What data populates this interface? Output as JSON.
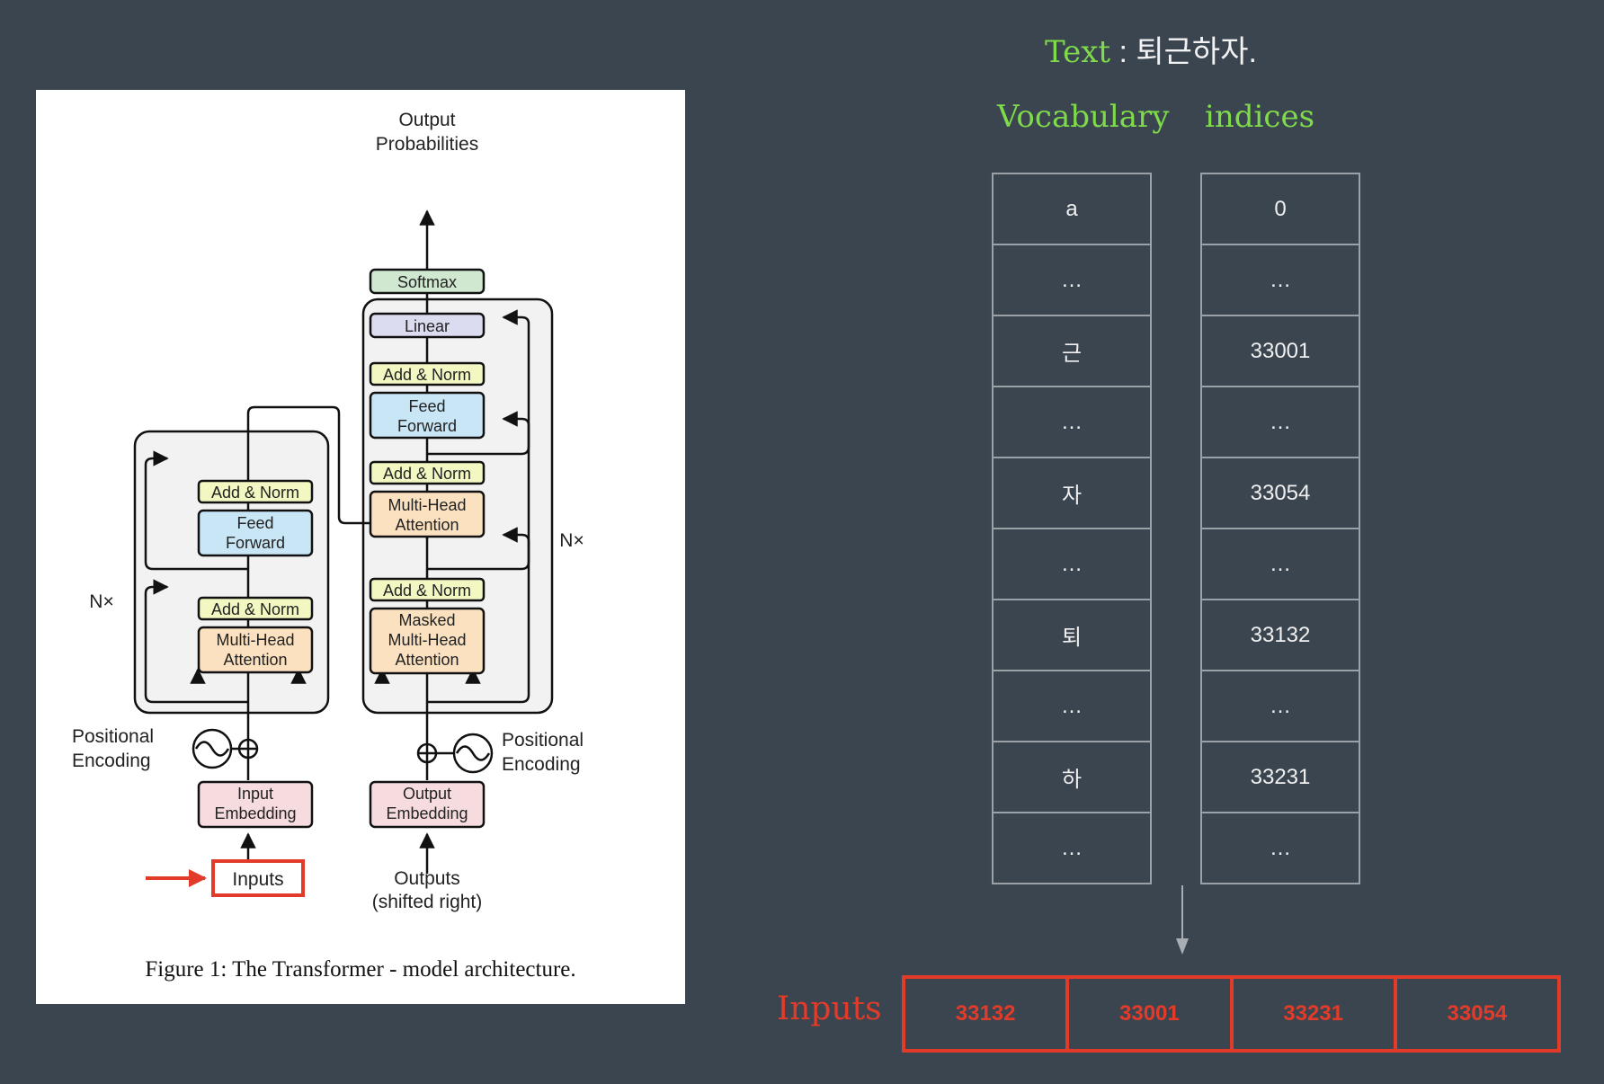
{
  "diagram": {
    "output_probabilities": [
      "Output",
      "Probabilities"
    ],
    "softmax": "Softmax",
    "linear": "Linear",
    "add_norm": "Add & Norm",
    "feed_forward": [
      "Feed",
      "Forward"
    ],
    "multi_head_attention": [
      "Multi-Head",
      "Attention"
    ],
    "masked_multi_head_attention": [
      "Masked",
      "Multi-Head",
      "Attention"
    ],
    "nx": "N×",
    "positional_encoding": [
      "Positional",
      "Encoding"
    ],
    "input_embedding": [
      "Input",
      "Embedding"
    ],
    "output_embedding": [
      "Output",
      "Embedding"
    ],
    "inputs": "Inputs",
    "outputs": [
      "Outputs",
      "(shifted right)"
    ],
    "caption": "Figure 1: The Transformer - model architecture.",
    "colors": {
      "add_norm": "#f3f7c2",
      "feed_forward": "#c8e6f5",
      "attention": "#fbe1bf",
      "embedding": "#f6dcdf",
      "softmax": "#cfe8cf",
      "linear": "#dcdcf0",
      "block_bg": "#f2f2f2",
      "highlight": "#e23b2a"
    }
  },
  "text_line": {
    "label": "Text",
    "separator": " : ",
    "value": "퇴근하자."
  },
  "vocab_header": "Vocabulary",
  "indices_header": "indices",
  "vocab_rows": [
    {
      "token": "a",
      "index": "0"
    },
    {
      "token": "…",
      "index": "…"
    },
    {
      "token": "근",
      "index": "33001"
    },
    {
      "token": "…",
      "index": "…"
    },
    {
      "token": "자",
      "index": "33054"
    },
    {
      "token": "…",
      "index": "…"
    },
    {
      "token": "퇴",
      "index": "33132"
    },
    {
      "token": "…",
      "index": "…"
    },
    {
      "token": "하",
      "index": "33231"
    },
    {
      "token": "…",
      "index": "…"
    }
  ],
  "inputs_label": "Inputs",
  "input_ids": [
    "33132",
    "33001",
    "33231",
    "33054"
  ],
  "colors": {
    "background": "#3a4550",
    "green": "#7fdb4a",
    "red": "#e23b2a",
    "grid": "#9aa1a7"
  }
}
